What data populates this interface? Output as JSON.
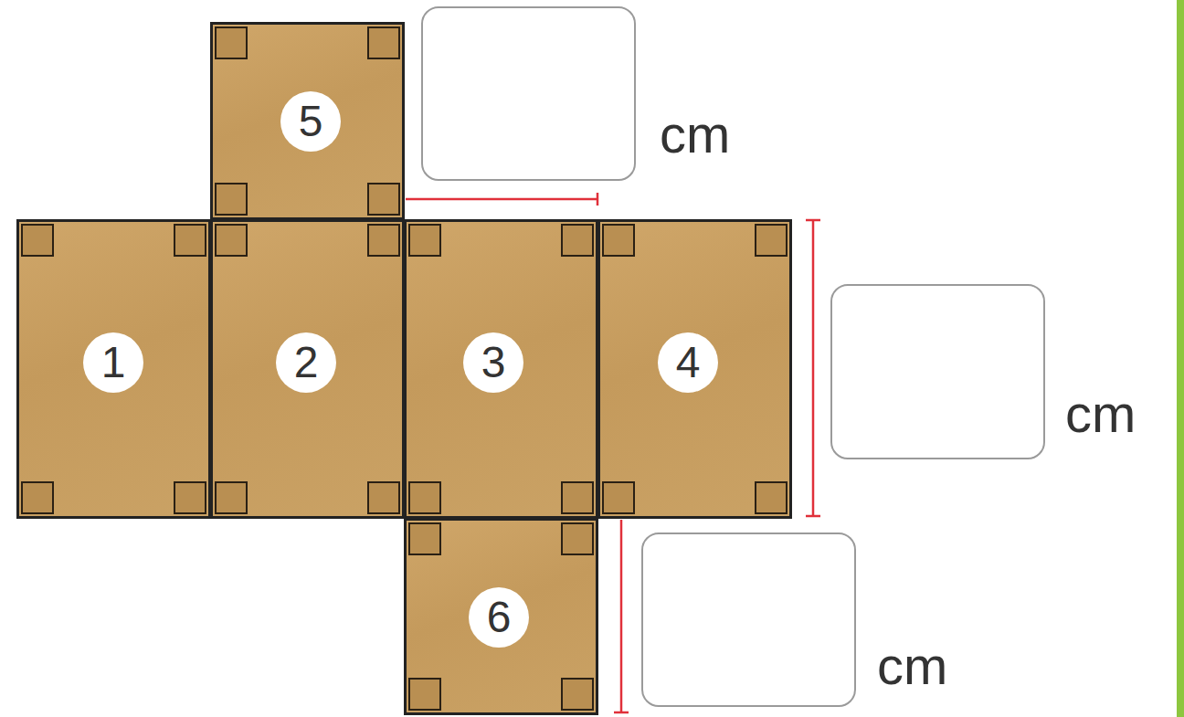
{
  "diagram": {
    "nodes": [
      {
        "text": [
          "5"
        ]
      },
      {
        "text": [
          "1"
        ]
      },
      {
        "text": [
          "2"
        ]
      },
      {
        "text": [
          "3"
        ]
      },
      {
        "text": [
          "4"
        ]
      },
      {
        "text": [
          "6"
        ]
      }
    ],
    "labels": [
      "cm",
      "cm",
      "cm"
    ]
  }
}
